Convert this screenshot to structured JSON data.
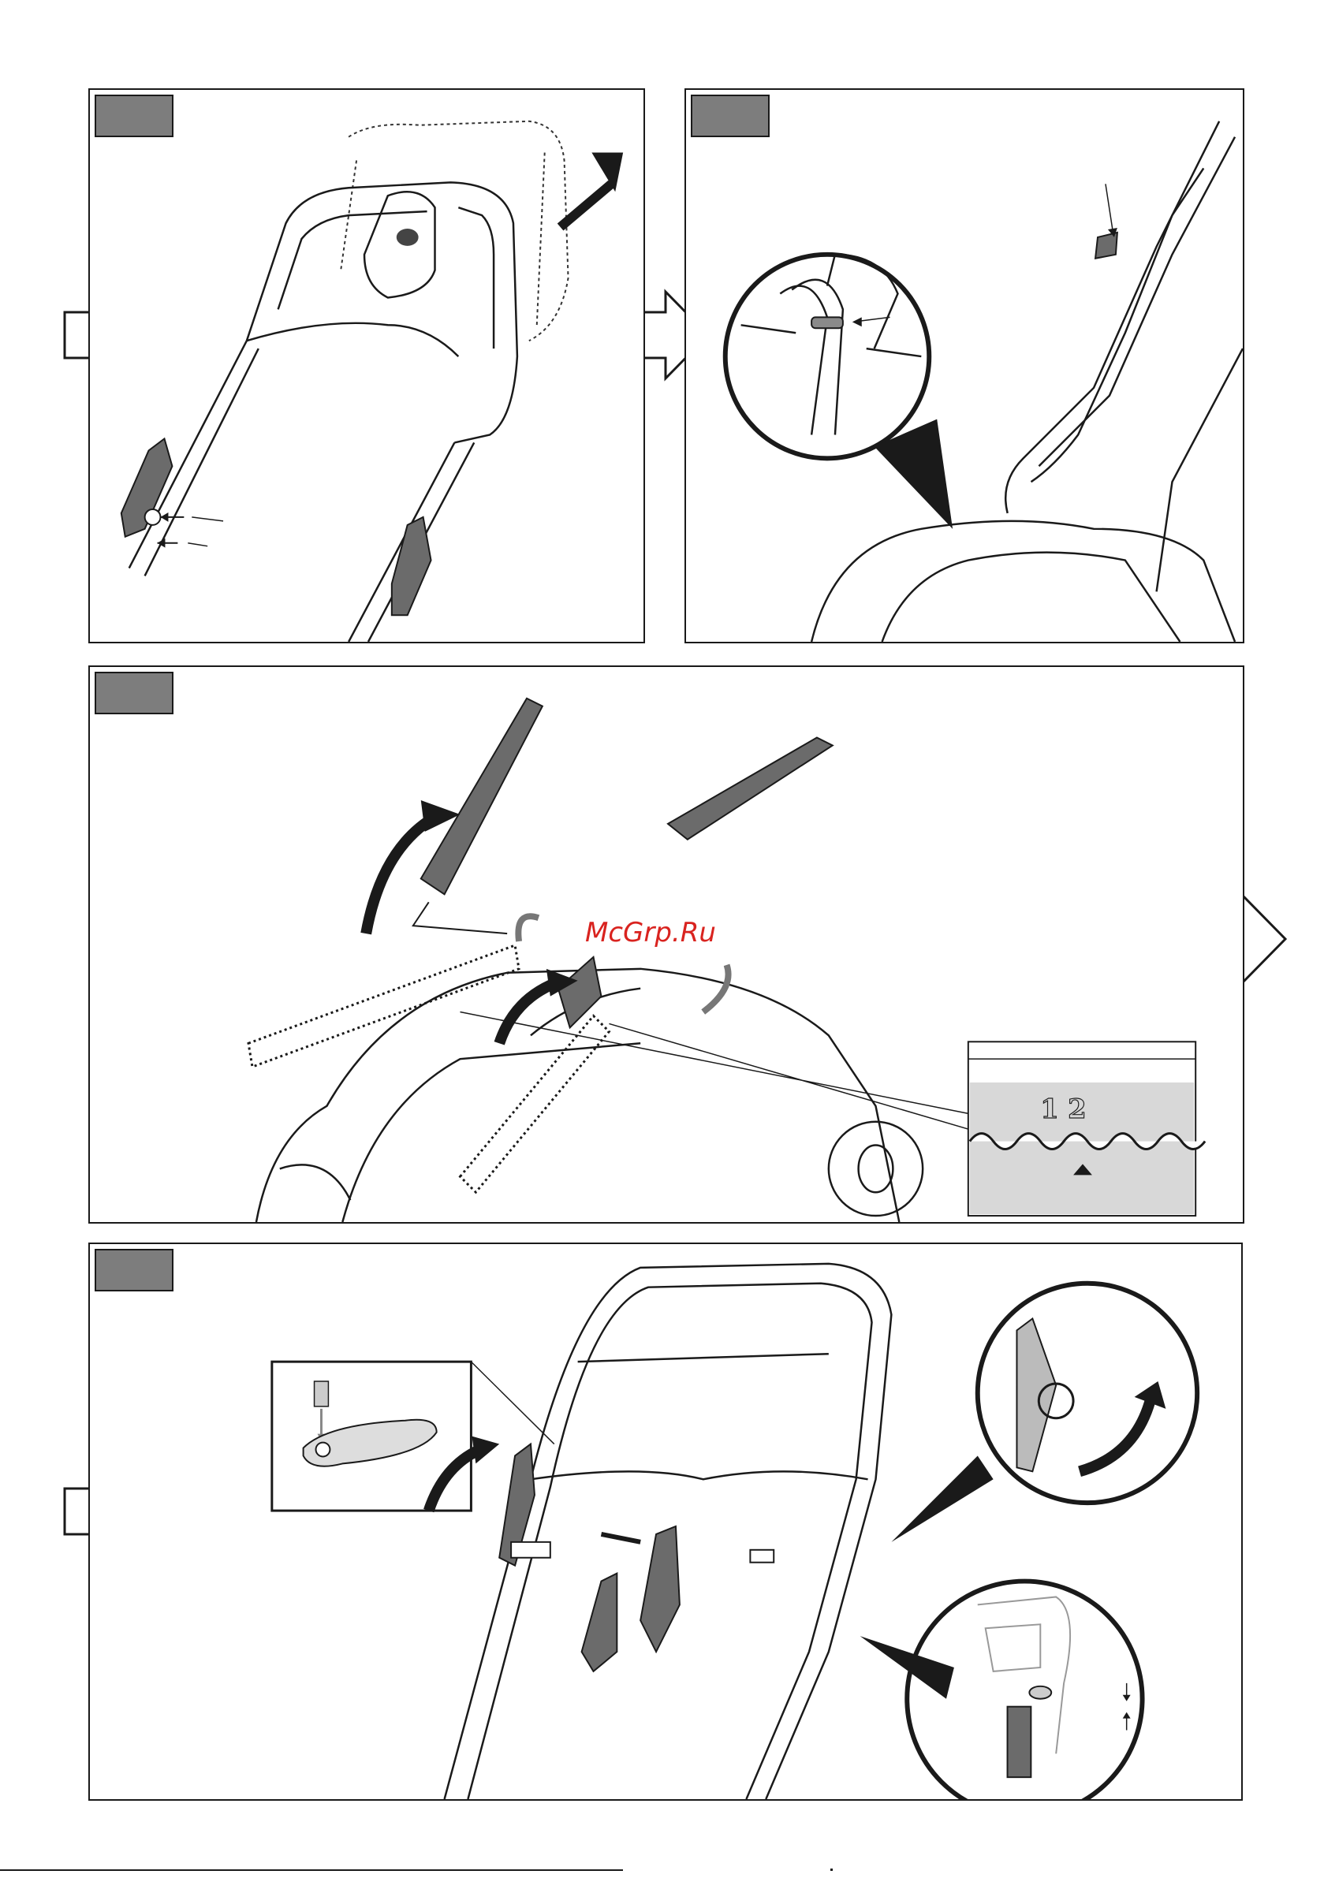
{
  "watermark": "McGrp.Ru",
  "height_inset": {
    "labels": [
      "1",
      "2"
    ]
  },
  "icons": {
    "step_arrow": "hollow-right-arrow-icon",
    "direction_arrow": "curved-arrow-icon"
  },
  "colors": {
    "label_tag": "#7d7d7d",
    "outline": "#1a1a1a",
    "handle_fill": "#6b6b6b",
    "watermark": "#d9231f"
  }
}
